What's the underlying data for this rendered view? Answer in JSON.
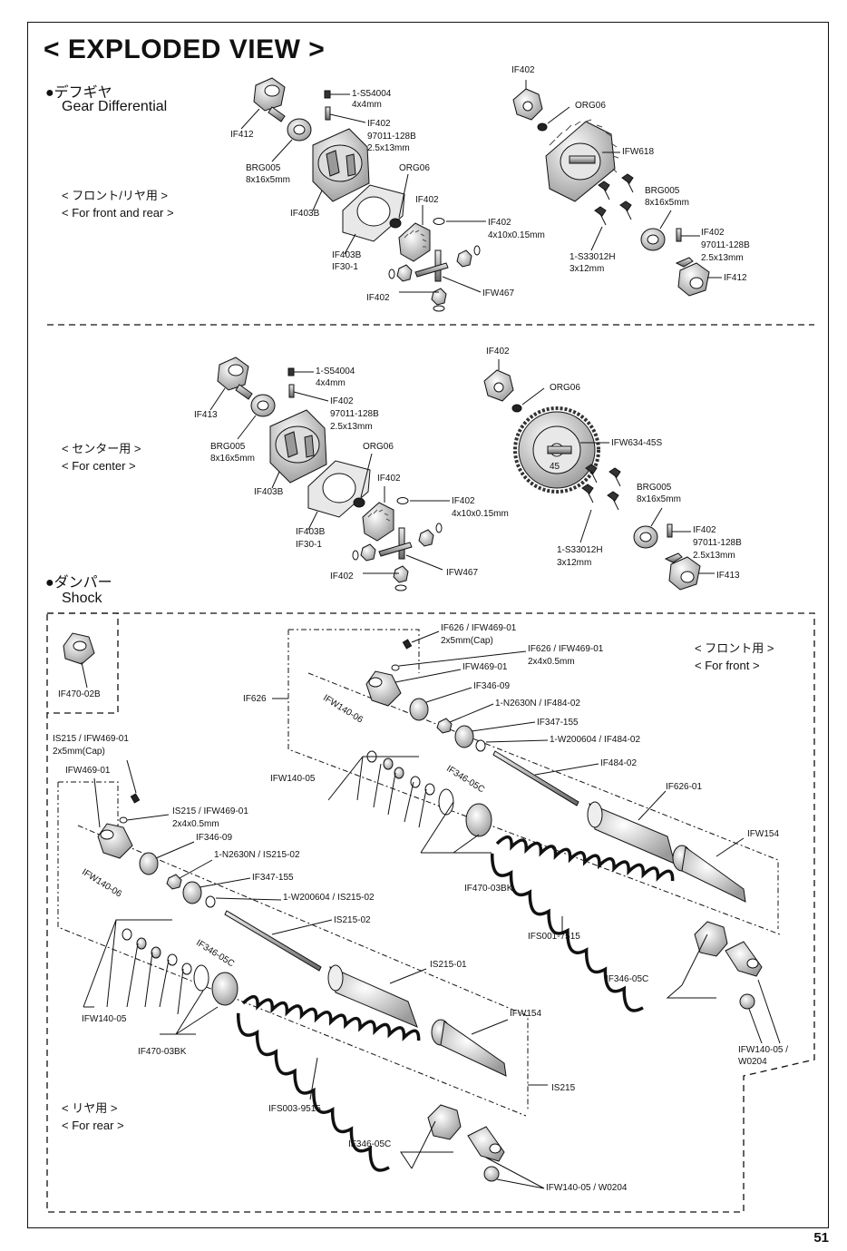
{
  "title": "< EXPLODED VIEW >",
  "page_number": "51",
  "sections": {
    "gear_diff": {
      "jp": "●デフギヤ",
      "en": "Gear Differential"
    },
    "shock": {
      "jp": "●ダンパー",
      "en": "Shock"
    }
  },
  "subtitles": {
    "front_rear_jp": "< フロント/リヤ用 >",
    "front_rear_en": "< For front and rear >",
    "center_jp": "< センター用 >",
    "center_en": "< For center  >",
    "front_jp": "< フロント用 >",
    "front_en": "< For front  >",
    "rear_jp": "< リヤ用 >",
    "rear_en": "< For rear >"
  },
  "labels": {
    "d1_f412": "IF412",
    "d1_s54004": "1-S54004",
    "d1_s54004_size": "4x4mm",
    "d1_f402a": "IF402",
    "d1_pin": "97011-128B",
    "d1_pin_size": "2.5x13mm",
    "d1_brg": "BRG005",
    "d1_brg_size": "8x16x5mm",
    "d1_org": "ORG06",
    "d1_f402b": "IF402",
    "d1_f403b": "IF403B",
    "d1_f402c": "IF402",
    "d1_shim": "4x10x0.15mm",
    "d1_f403b2": "IF403B",
    "d1_f301": "IF30-1",
    "d1_f402d": "IF402",
    "d1_fw467": "IFW467",
    "d2_f402": "IF402",
    "d2_org": "ORG06",
    "d2_fw618": "IFW618",
    "d2_brg": "BRG005",
    "d2_brg_size": "8x16x5mm",
    "d2_f402b": "IF402",
    "d2_pin": "97011-128B",
    "d2_pin_size": "2.5x13mm",
    "d2_s33": "1-S33012H",
    "d2_s33_size": "3x12mm",
    "d2_f412": "IF412",
    "c1_f413": "IF413",
    "c1_s54004": "1-S54004",
    "c1_s54004_size": "4x4mm",
    "c1_f402a": "IF402",
    "c1_pin": "97011-128B",
    "c1_pin_size": "2.5x13mm",
    "c1_brg": "BRG005",
    "c1_brg_size": "8x16x5mm",
    "c1_org": "ORG06",
    "c1_f403b": "IF403B",
    "c1_f402b": "IF402",
    "c1_f402c": "IF402",
    "c1_shim": "4x10x0.15mm",
    "c1_f403b2": "IF403B",
    "c1_f301": "IF30-1",
    "c1_f402d": "IF402",
    "c1_fw467": "IFW467",
    "c2_f402": "IF402",
    "c2_org": "ORG06",
    "c2_fw634": "IFW634-45S",
    "c2_gear_num": "45",
    "c2_brg": "BRG005",
    "c2_brg_size": "8x16x5mm",
    "c2_f402b": "IF402",
    "c2_pin": "97011-128B",
    "c2_pin_size": "2.5x13mm",
    "c2_s33": "1-S33012H",
    "c2_s33_size": "3x12mm",
    "c2_f413": "IF413",
    "s_f470_02b": "IF470-02B",
    "sf_626cap": "IF626 / IFW469-01",
    "sf_626cap_size": "2x5mm(Cap)",
    "sf_626b": "IF626 / IFW469-01",
    "sf_626b_size": "2x4x0.5mm",
    "sf_fw469": "IFW469-01",
    "sf_f626": "IF626",
    "sf_f346_09": "IF346-09",
    "sf_n2630": "1-N2630N / IF484-02",
    "sf_f347": "IF347-155",
    "sf_w200604": "1-W200604 / IF484-02",
    "sf_f484": "IF484-02",
    "sf_fw140_06": "IFW140-06",
    "sf_fw140_05": "IFW140-05",
    "sf_f346_05c_rot": "IF346-05C",
    "sf_f626_01": "IF626-01",
    "sf_fw154": "IFW154",
    "sf_f470_03bk": "IF470-03BK",
    "sf_fs001": "IFS001-7515",
    "sf_f346_05c": "IF346-05C",
    "sf_fw140_05b": "IFW140-05 /",
    "sf_w0204": "W0204",
    "sr_s215cap": "IS215 / IFW469-01",
    "sr_s215cap_size": "2x5mm(Cap)",
    "sr_fw469": "IFW469-01",
    "sr_s215b": "IS215 / IFW469-01",
    "sr_s215b_size": "2x4x0.5mm",
    "sr_f346_09": "IF346-09",
    "sr_n2630": "1-N2630N / IS215-02",
    "sr_f347": "IF347-155",
    "sr_w200604": "1-W200604 / IS215-02",
    "sr_s215_02": "IS215-02",
    "sr_fw140_06": "IFW140-06",
    "sr_f346_05c_rot": "IF346-05C",
    "sr_s215_01": "IS215-01",
    "sr_fw154": "IFW154",
    "sr_fw140_05": "IFW140-05",
    "sr_f470_03bk": "IF470-03BK",
    "sr_s215": "IS215",
    "sr_fs003": "IFS003-9515",
    "sr_f346_05c": "IF346-05C",
    "sr_fw140_w0204": "IFW140-05 / W0204"
  }
}
